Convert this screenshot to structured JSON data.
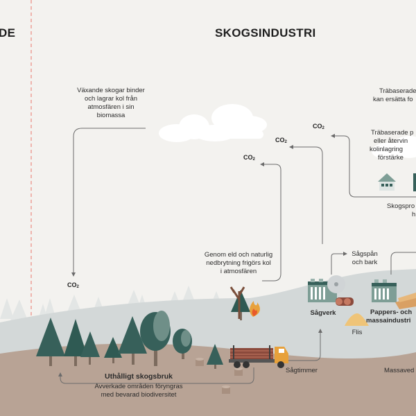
{
  "section_left_title": "DE",
  "section_title": "SKOGSINDUSTRI",
  "co2": {
    "main": "CO",
    "sub": "2"
  },
  "texts": {
    "growing_forests": [
      "Växande skogar binder",
      "och lagrar kol från",
      "atmosfären i sin",
      "biomassa"
    ],
    "fire_decay": [
      "Genom eld och naturlig",
      "nedbrytning frigörs kol",
      "i atmosfären"
    ],
    "wood_replace": [
      "Träbaserade",
      "kan ersätta fo"
    ],
    "wood_recycle": [
      "Träbaserade p",
      "eller återvin",
      "kolinlagring",
      "förstärke"
    ],
    "forest_products": [
      "Skogspro",
      "h"
    ],
    "sawdust": [
      "Sågspån",
      "och bark"
    ],
    "sawmill": "Sågverk",
    "flis": "Flis",
    "paper_industry": [
      "Pappers- och",
      "massaindustri"
    ],
    "sawlogs": "Sågtimmer",
    "pulpwood": "Massaved",
    "forestry_title": "Uthålligt skogsbruk",
    "forestry_desc": [
      "Avverkade områden föryngras",
      "med bevarad biodiversitet"
    ]
  },
  "colors": {
    "background": "#f3f2ef",
    "divider": "#e8776b",
    "hills": "#d3d8d8",
    "ground": "#b8a395",
    "tree_dark": "#37605a",
    "tree_light": "#7e9e96",
    "truck": "#e7a13b",
    "arrow": "#6b6b6b"
  }
}
